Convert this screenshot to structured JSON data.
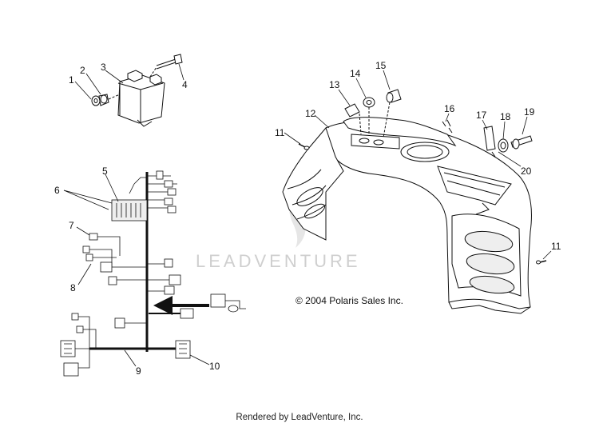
{
  "diagram": {
    "copyright": "© 2004 Polaris Sales Inc.",
    "watermark": "LEADVENTURE",
    "footer": "Rendered by LeadVenture, Inc.",
    "callouts": {
      "c1": "1",
      "c2": "2",
      "c3": "3",
      "c4": "4",
      "c5": "5",
      "c6": "6",
      "c7": "7",
      "c8": "8",
      "c9": "9",
      "c10": "10",
      "c11a": "11",
      "c11b": "11",
      "c12": "12",
      "c13": "13",
      "c14": "14",
      "c15": "15",
      "c16": "16",
      "c17": "17",
      "c18": "18",
      "c19": "19",
      "c20": "20"
    }
  }
}
